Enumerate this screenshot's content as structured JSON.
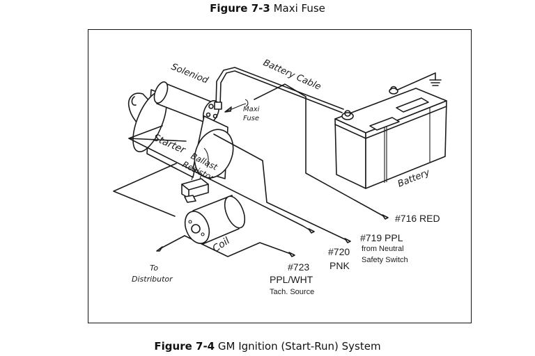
{
  "captions": {
    "top": {
      "number": "Figure 7-3",
      "title": "Maxi Fuse"
    },
    "bottom": {
      "number": "Figure 7-4",
      "title": "GM Ignition (Start-Run) System"
    }
  },
  "diagram": {
    "components": {
      "solenoid": "Soleniod",
      "battery_cable": "Battery Cable",
      "maxi_fuse_line1": "Maxi",
      "maxi_fuse_line2": "Fuse",
      "starter": "Starter",
      "ballast_line1": "Ballast",
      "ballast_line2": "Resistor",
      "battery": "Battery",
      "coil": "Coil",
      "distributor_line1": "To",
      "distributor_line2": "Distributor"
    },
    "wires": [
      {
        "id": "716",
        "label": "#716 RED",
        "note": ""
      },
      {
        "id": "719",
        "label": "#719 PPL",
        "note_line1": "from Neutral",
        "note_line2": "Safety Switch"
      },
      {
        "id": "720",
        "label_line1": "#720",
        "label_line2": "PNK"
      },
      {
        "id": "723",
        "label_line1": "#723",
        "label_line2": "PPL/WHT",
        "note": "Tach. Source"
      }
    ]
  }
}
